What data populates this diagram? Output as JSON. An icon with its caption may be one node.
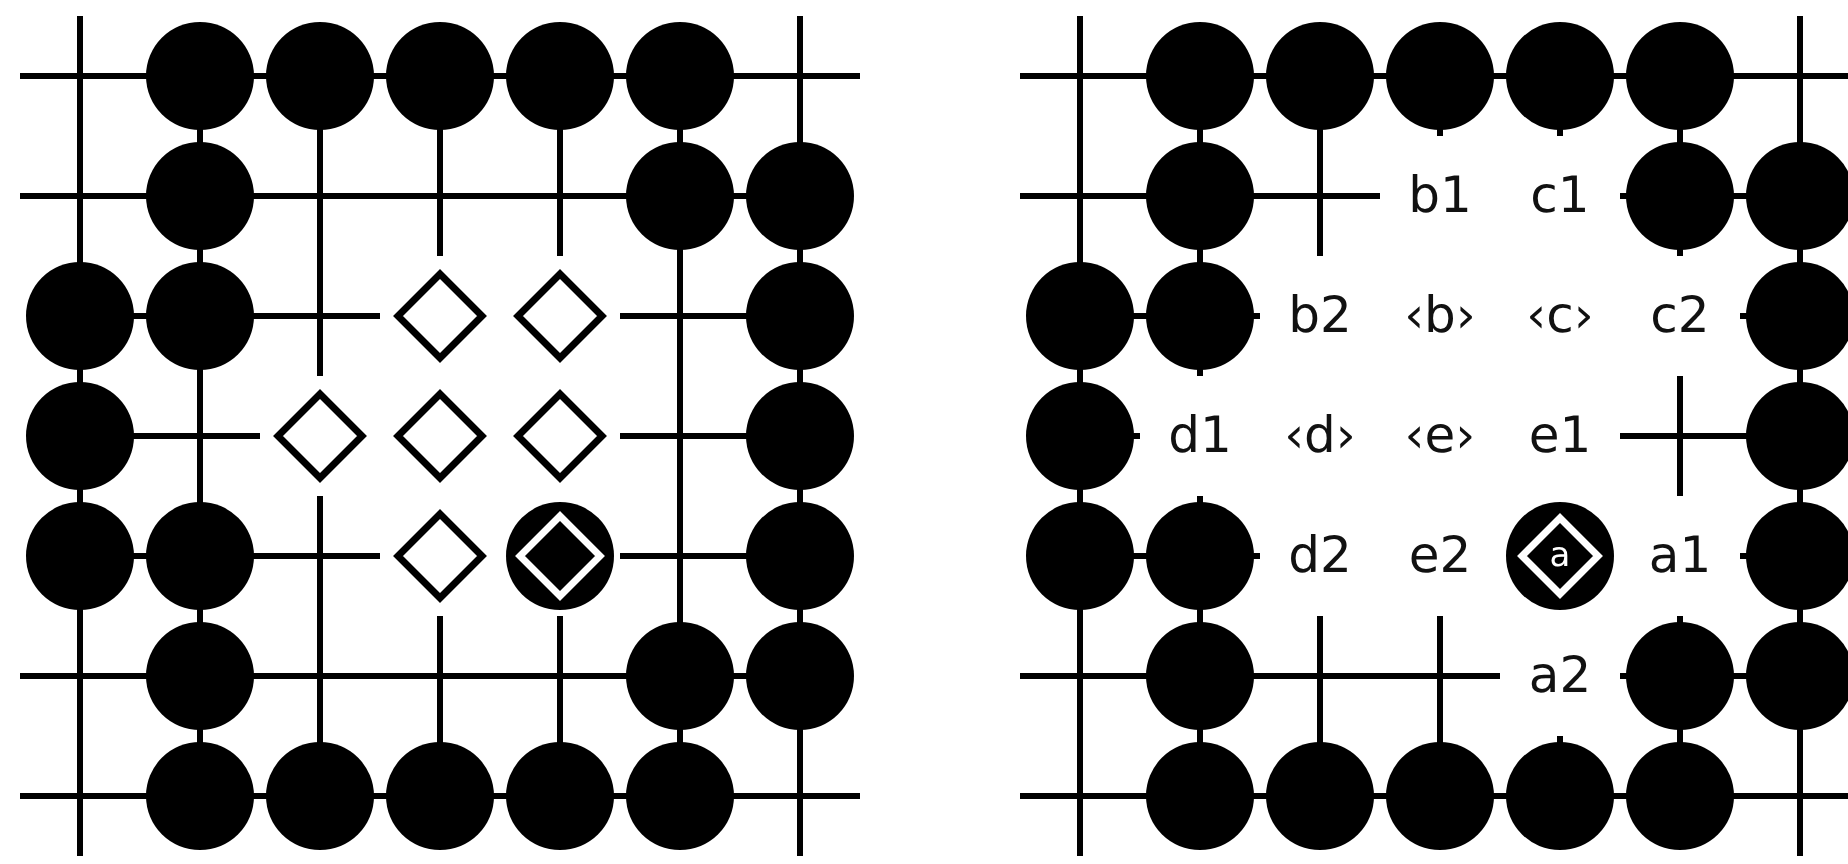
{
  "diagram": {
    "labels": [
      "b1",
      "c1",
      "b2",
      "‹b›",
      "‹c›",
      "c2",
      "d1",
      "‹d›",
      "‹e›",
      "e1",
      "d2",
      "e2",
      "a",
      "a1",
      "a2"
    ]
  }
}
